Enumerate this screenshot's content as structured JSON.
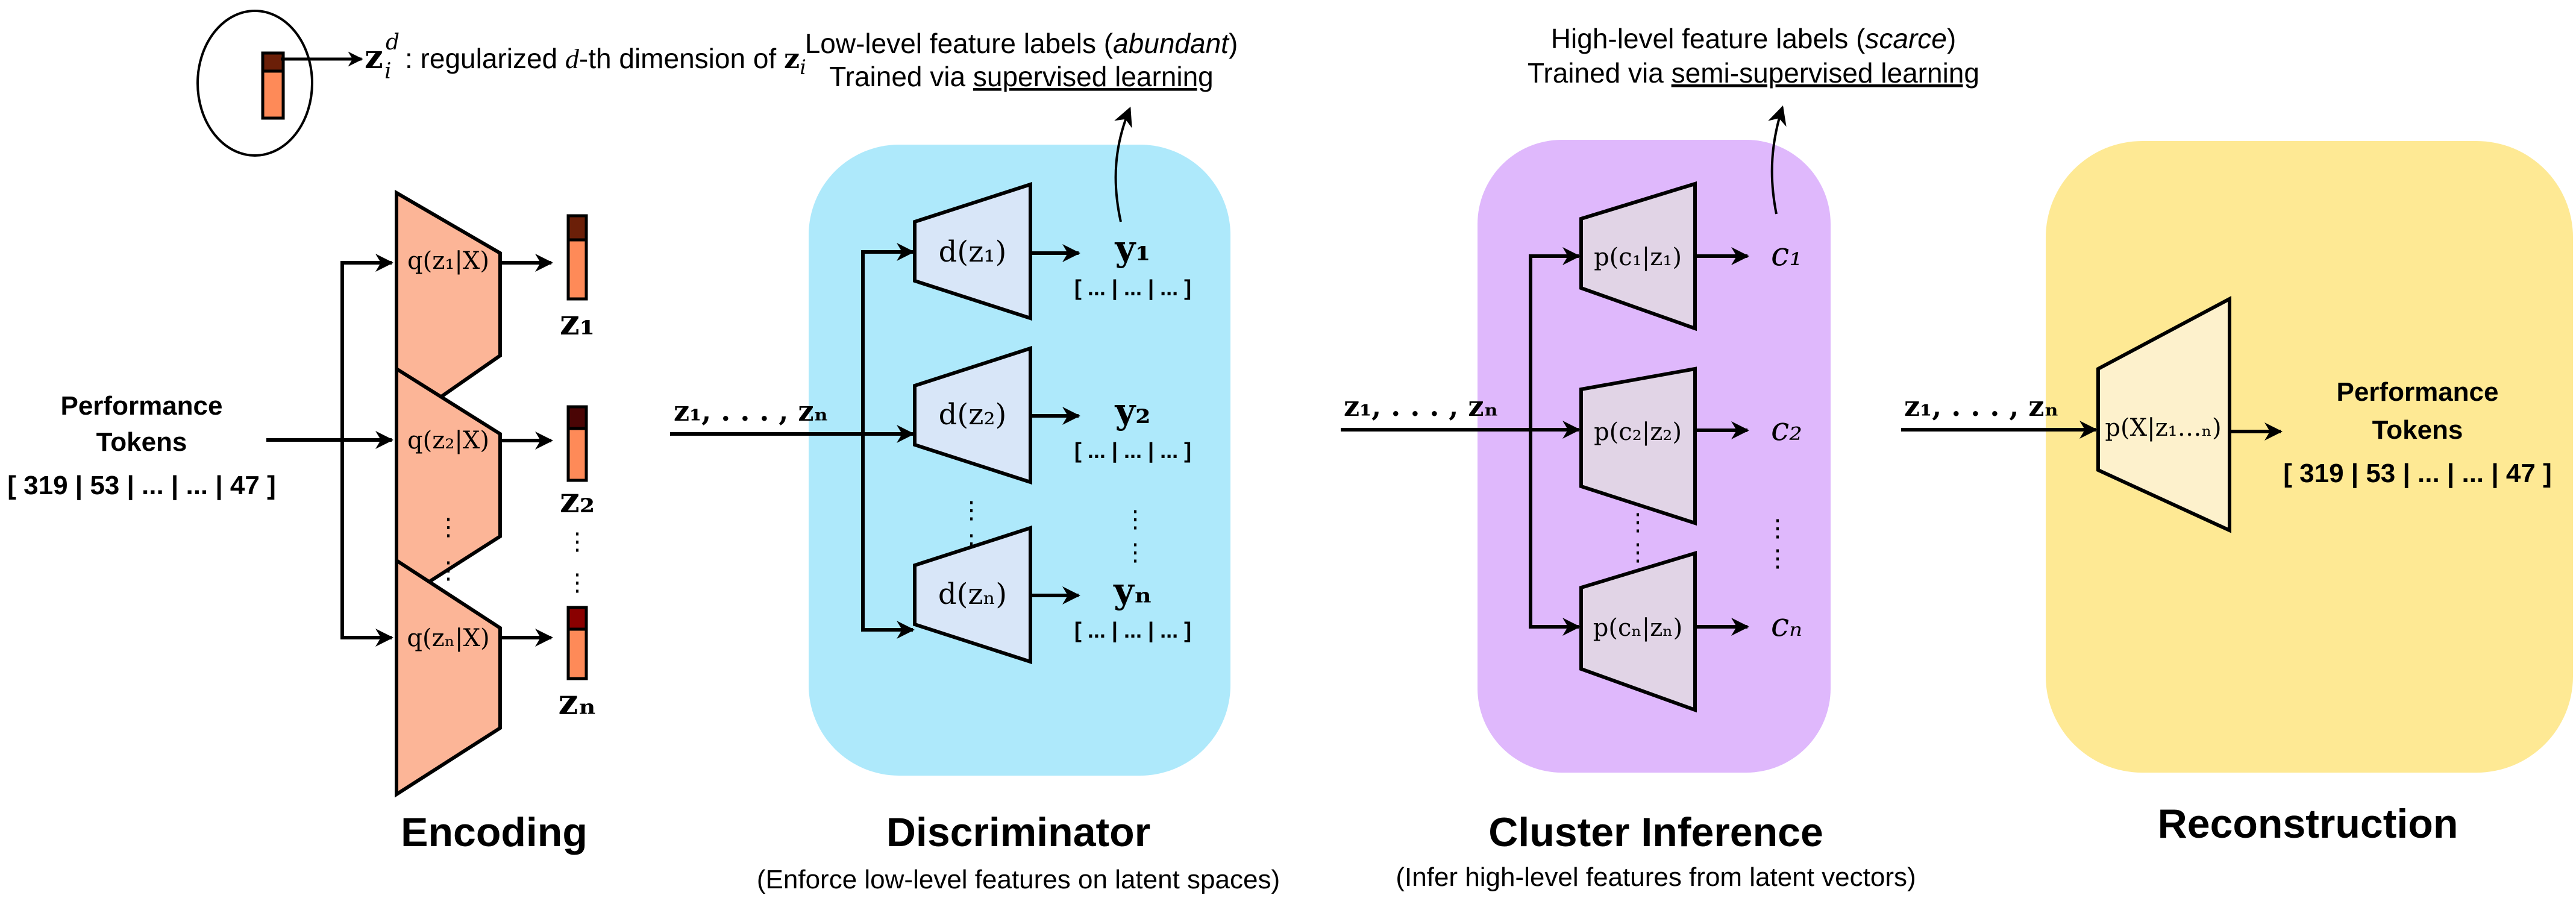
{
  "legend": {
    "symbol": "z_i^d",
    "text": ": regularized d-th dimension of z_i"
  },
  "input": {
    "label_line1": "Performance",
    "label_line2": "Tokens",
    "tokens": "[ 319 | 53 | ... | ... | 47 ]"
  },
  "encoding": {
    "title": "Encoding",
    "encoders": [
      {
        "label": "q(z₁|X)",
        "output": "z₁"
      },
      {
        "label": "q(z₂|X)",
        "output": "z₂"
      },
      {
        "label": "q(zₙ|X)",
        "output": "zₙ"
      }
    ]
  },
  "discriminator": {
    "title": "Discriminator",
    "subtitle": "(Enforce low-level features on latent spaces)",
    "input_label": "z₁, . . . , zₙ",
    "annotation_line1_prefix": "Low-level feature labels (",
    "annotation_line1_italic": "abundant",
    "annotation_line1_suffix": ")",
    "annotation_line2_prefix": "Trained via ",
    "annotation_line2_underlined": "supervised learning",
    "heads": [
      {
        "label": "d(z₁)",
        "output": "y₁",
        "values": "[ ... | ... | ... ]"
      },
      {
        "label": "d(z₂)",
        "output": "y₂",
        "values": "[ ... | ... | ... ]"
      },
      {
        "label": "d(zₙ)",
        "output": "yₙ",
        "values": "[ ... | ... | ... ]"
      }
    ]
  },
  "cluster": {
    "title": "Cluster Inference",
    "subtitle": "(Infer high-level features from latent vectors)",
    "input_label": "z₁, . . . , zₙ",
    "annotation_line1_prefix": "High-level feature labels (",
    "annotation_line1_italic": "scarce",
    "annotation_line1_suffix": ")",
    "annotation_line2_prefix": "Trained via ",
    "annotation_line2_underlined": "semi-supervised learning",
    "heads": [
      {
        "label": "p(c₁|z₁)",
        "output": "c₁"
      },
      {
        "label": "p(c₂|z₂)",
        "output": "c₂"
      },
      {
        "label": "p(cₙ|zₙ)",
        "output": "cₙ"
      }
    ]
  },
  "reconstruction": {
    "title": "Reconstruction",
    "input_label": "z₁, . . . , zₙ",
    "decoder_label": "p(X|z₁…ₙ)",
    "output_line1": "Performance",
    "output_line2": "Tokens",
    "output_tokens": "[ 319 | 53 | ... | ... | 47 ]"
  },
  "colors": {
    "encoder_fill": "#fcb597",
    "latent_fill": "#fe8a58",
    "latent_dim1": "#6b1f08",
    "latent_dim2": "#4a0505",
    "latent_dimn": "#8a0000",
    "disc_bg": "#aee9fb",
    "disc_fill": "#d8e6f8",
    "cluster_bg": "#dfb8fc",
    "cluster_fill": "#e1d4e6",
    "recon_bg": "#fee994",
    "recon_fill": "#fdf1cc"
  }
}
